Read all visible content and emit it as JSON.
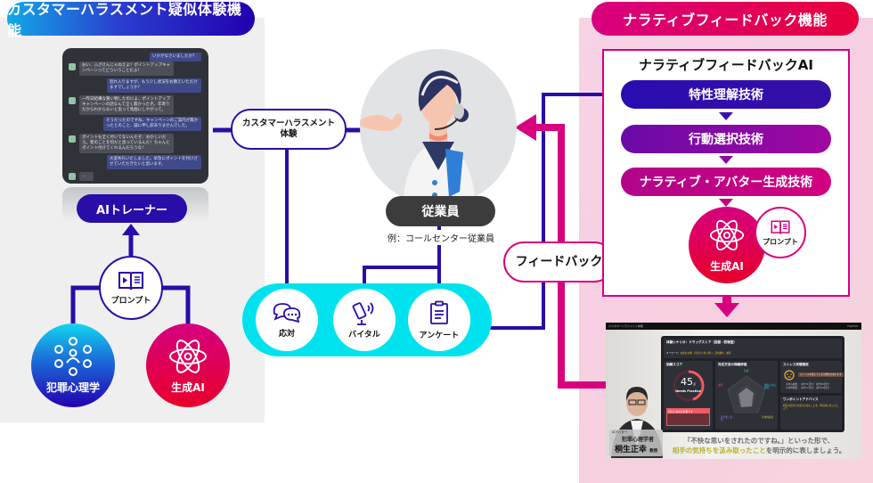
{
  "sections": {
    "left_title": "カスタマーハラスメント疑似体験機能",
    "right_title": "ナラティブフィードバック機能"
  },
  "chat": {
    "messages": [
      {
        "role": "user",
        "text": "いかがなさいましたか？"
      },
      {
        "role": "ai",
        "text": "おい、ふざけんじゃねえよ！ポイントアップキャンペーンってどういうことだよ！"
      },
      {
        "role": "user",
        "text": "恐れ入りますが、もう少し状況をお教えいただけますでしょうか？"
      },
      {
        "role": "ai",
        "text": "一昨日結構な買い物したのによ、ポイントアップキャンペーンの話なんて全く無かったぞ。年寄りだからわからないと思って馬鹿にしやがって。"
      },
      {
        "role": "user",
        "text": "そうだったのですね、キャンペーンのご案内が無かったとのこと、誠に申し訳ありませんでした。"
      },
      {
        "role": "ai",
        "text": "ポイントも全く付いてないんだぞ、おかしいだろ。客のことを何だと思っているんだ！ちゃんとポイント付けてくれるんだろうな！"
      },
      {
        "role": "user",
        "text": "大変失礼いたしました。早急にポイントを付けさせていただきたいと思います。"
      },
      {
        "role": "ai",
        "text": "…"
      }
    ]
  },
  "left": {
    "ai_trainer": "AIトレーナー",
    "prompt": "プロンプト",
    "criminal_psychology": "犯罪心理学",
    "generative_ai": "生成AI"
  },
  "center": {
    "harassment_experience": "カスタマーハラスメント\n体験",
    "employee": "従業員",
    "employee_example": "例：コールセンター従業員",
    "measures": [
      {
        "label": "応対",
        "icon": "chat-bubbles-icon"
      },
      {
        "label": "バイタル",
        "icon": "vital-sensor-icon"
      },
      {
        "label": "アンケート",
        "icon": "clipboard-icon"
      }
    ],
    "feedback": "フィードバック"
  },
  "right": {
    "ai_title": "ナラティブフィードバックAI",
    "techs": [
      "特性理解技術",
      "行動選択技術",
      "ナラティブ・アバター生成技術"
    ],
    "generative_ai": "生成AI",
    "prompt": "プロンプト"
  },
  "video": {
    "topbar_title": "カスタマーハラスメント体験",
    "brand": "FUJITSU",
    "scenario_title": "体験シナリオ：ドラッグストア（回避・防衛型）",
    "scenario_keyword_label": "キーワード：",
    "scenario_keywords": "お客の立場、気持ちに寄り添い、話を聞き、謝罪",
    "score_title": "訓練スコア",
    "score_value": "45",
    "score_unit": "点",
    "score_status": "Needs Practice",
    "score_progress_pct": 45,
    "score_alert": "対応に改善が必要です",
    "evaluation_title": "対応方法の詳細評価",
    "radar_labels": [
      "共感",
      "顧客との信頼度",
      "具体的提案",
      "話を聞く姿勢",
      "謝罪"
    ],
    "stress_title": "ストレス状態推定",
    "stress_status": "ストレスを感じている可能性があります",
    "stress_rows": [
      "平均心拍数 ： 前半71回/分　後半82回/分",
      "平均呼吸数 ： 前半17回/分　後半15回/分"
    ],
    "advice_title": "ワンポイントアドバイス",
    "advice_highlight": "相手の気持ちを受け止めたことを、明示的に表しましょう",
    "avatar_role": "AIアバター",
    "avatar_title": "犯罪心理学者",
    "avatar_name": "桐生正幸",
    "avatar_suffix": "教授",
    "caption_line1": "「不快な思いをされたのですね。」といった形で、",
    "caption_line2_highlight": "相手の気持ちを汲み取ったこと",
    "caption_line2_rest": "を明示的に表しましょう。"
  },
  "colors": {
    "navy": "#2a0ca8",
    "magenta": "#d8007f",
    "cyan": "#00e3ef",
    "red": "#e8002a"
  }
}
